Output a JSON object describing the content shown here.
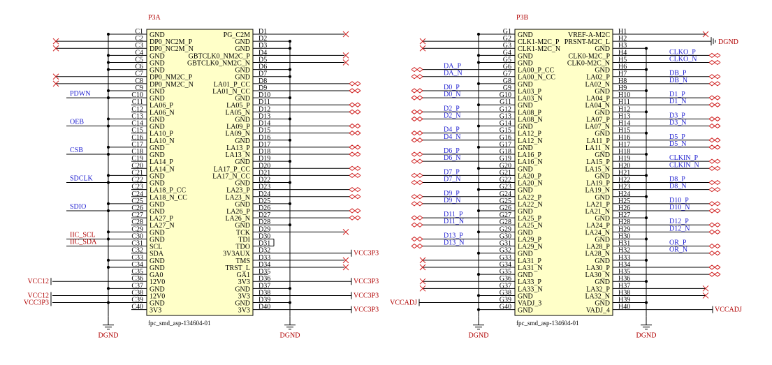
{
  "sheet": {
    "gnd_label": "DGND",
    "left": {
      "designator": "P3A",
      "footprint": "fpc_smd_asp-134604-01",
      "colC": [
        {
          "pin": "C1",
          "name": "GND"
        },
        {
          "pin": "C2",
          "name": "DP0_NC2M_P"
        },
        {
          "pin": "C3",
          "name": "DP0_NC2M_N"
        },
        {
          "pin": "C4",
          "name": "GND"
        },
        {
          "pin": "C5",
          "name": "GND"
        },
        {
          "pin": "C6",
          "name": "GND"
        },
        {
          "pin": "C7",
          "name": "DP0_NM2C_P"
        },
        {
          "pin": "C8",
          "name": "DP0_NM2C_N"
        },
        {
          "pin": "C9",
          "name": "GND"
        },
        {
          "pin": "C10",
          "name": "GND"
        },
        {
          "pin": "C11",
          "name": "LA06_P"
        },
        {
          "pin": "C12",
          "name": "LA06_N"
        },
        {
          "pin": "C13",
          "name": "GND"
        },
        {
          "pin": "C14",
          "name": "GND"
        },
        {
          "pin": "C15",
          "name": "LA10_P"
        },
        {
          "pin": "C16",
          "name": "LA10_N"
        },
        {
          "pin": "C17",
          "name": "GND"
        },
        {
          "pin": "C18",
          "name": "GND"
        },
        {
          "pin": "C19",
          "name": "LA14_P"
        },
        {
          "pin": "C20",
          "name": "LA14_N"
        },
        {
          "pin": "C21",
          "name": "GND"
        },
        {
          "pin": "C22",
          "name": "GND"
        },
        {
          "pin": "C23",
          "name": "LA18_P_CC"
        },
        {
          "pin": "C24",
          "name": "LA18_N_CC"
        },
        {
          "pin": "C25",
          "name": "GND"
        },
        {
          "pin": "C26",
          "name": "GND"
        },
        {
          "pin": "C27",
          "name": "LA27_P"
        },
        {
          "pin": "C28",
          "name": "LA27_N"
        },
        {
          "pin": "C29",
          "name": "GND"
        },
        {
          "pin": "C30",
          "name": "GND"
        },
        {
          "pin": "C31",
          "name": "SCL"
        },
        {
          "pin": "C32",
          "name": "SDA"
        },
        {
          "pin": "C33",
          "name": "GND"
        },
        {
          "pin": "C34",
          "name": "GND"
        },
        {
          "pin": "C35",
          "name": "GA0"
        },
        {
          "pin": "C36",
          "name": "12V0"
        },
        {
          "pin": "C37",
          "name": "GND"
        },
        {
          "pin": "C38",
          "name": "12V0"
        },
        {
          "pin": "C39",
          "name": "GND"
        },
        {
          "pin": "C40",
          "name": "3V3"
        }
      ],
      "colD": [
        {
          "pin": "D1",
          "name": "PG_C2M"
        },
        {
          "pin": "D2",
          "name": "GND"
        },
        {
          "pin": "D3",
          "name": "GND"
        },
        {
          "pin": "D4",
          "name": "GBTCLK0_NM2C_P"
        },
        {
          "pin": "D5",
          "name": "GBTCLK0_NM2C_N"
        },
        {
          "pin": "D6",
          "name": "GND"
        },
        {
          "pin": "D7",
          "name": "GND"
        },
        {
          "pin": "D8",
          "name": "LA01_P_CC"
        },
        {
          "pin": "D9",
          "name": "LA01_N_CC"
        },
        {
          "pin": "D10",
          "name": "GND"
        },
        {
          "pin": "D11",
          "name": "LA05_P"
        },
        {
          "pin": "D12",
          "name": "LA05_N"
        },
        {
          "pin": "D13",
          "name": "GND"
        },
        {
          "pin": "D14",
          "name": "LA09_P"
        },
        {
          "pin": "D15",
          "name": "LA09_N"
        },
        {
          "pin": "D16",
          "name": "GND"
        },
        {
          "pin": "D17",
          "name": "LA13_P"
        },
        {
          "pin": "D18",
          "name": "LA13_N"
        },
        {
          "pin": "D19",
          "name": "GND"
        },
        {
          "pin": "D20",
          "name": "LA17_P_CC"
        },
        {
          "pin": "D21",
          "name": "LA17_N_CC"
        },
        {
          "pin": "D22",
          "name": "GND"
        },
        {
          "pin": "D23",
          "name": "LA23_P"
        },
        {
          "pin": "D24",
          "name": "LA23_N"
        },
        {
          "pin": "D25",
          "name": "GND"
        },
        {
          "pin": "D26",
          "name": "LA26_P"
        },
        {
          "pin": "D27",
          "name": "LA26_N"
        },
        {
          "pin": "D28",
          "name": "GND"
        },
        {
          "pin": "D29",
          "name": "TCK"
        },
        {
          "pin": "D30",
          "name": "TDI"
        },
        {
          "pin": "D31",
          "name": "TDO"
        },
        {
          "pin": "D32",
          "name": "3V3AUX"
        },
        {
          "pin": "D33",
          "name": "TMS"
        },
        {
          "pin": "D34",
          "name": "TRST_L"
        },
        {
          "pin": "D35",
          "name": "GA1"
        },
        {
          "pin": "D36",
          "name": "3V3"
        },
        {
          "pin": "D37",
          "name": "GND"
        },
        {
          "pin": "D38",
          "name": "3V3"
        },
        {
          "pin": "D39",
          "name": "GND"
        },
        {
          "pin": "D40",
          "name": "3V3"
        }
      ],
      "left_nets": [
        {
          "row": 10,
          "text": "PDWN",
          "color": "blue"
        },
        {
          "row": 14,
          "text": "OEB",
          "color": "blue"
        },
        {
          "row": 18,
          "text": "CSB",
          "color": "blue"
        },
        {
          "row": 22,
          "text": "SDCLK",
          "color": "blue"
        },
        {
          "row": 26,
          "text": "SDIO",
          "color": "blue"
        },
        {
          "row": 30,
          "text": "IIC_SCL",
          "color": "red"
        },
        {
          "row": 31,
          "text": "IIC_SDA",
          "color": "red"
        },
        {
          "row": 36,
          "text": "VCC12",
          "color": "red"
        },
        {
          "row": 38,
          "text": "VCC12",
          "color": "red"
        },
        {
          "row": 39,
          "text": "VCC3P3",
          "color": "red"
        }
      ],
      "right_nets": [
        {
          "row": 32,
          "text": "VCC3P3"
        },
        {
          "row": 36,
          "text": "VCC3P3"
        },
        {
          "row": 38,
          "text": "VCC3P3"
        },
        {
          "row": 40,
          "text": "VCC3P3"
        }
      ]
    },
    "right": {
      "designator": "P3B",
      "footprint": "fpc_smd_asp-134604-01",
      "colG": [
        {
          "pin": "G1",
          "name": "GND"
        },
        {
          "pin": "G2",
          "name": "CLK1-M2C_P"
        },
        {
          "pin": "G3",
          "name": "CLK1-M2C_N"
        },
        {
          "pin": "G4",
          "name": "GND"
        },
        {
          "pin": "G5",
          "name": "GND"
        },
        {
          "pin": "G6",
          "name": "LA00_P_CC"
        },
        {
          "pin": "G7",
          "name": "LA00_N_CC"
        },
        {
          "pin": "G8",
          "name": "GND"
        },
        {
          "pin": "G9",
          "name": "LA03_P"
        },
        {
          "pin": "G10",
          "name": "LA03_N"
        },
        {
          "pin": "G11",
          "name": "GND"
        },
        {
          "pin": "G12",
          "name": "LA08_P"
        },
        {
          "pin": "G13",
          "name": "LA08_N"
        },
        {
          "pin": "G14",
          "name": "GND"
        },
        {
          "pin": "G15",
          "name": "LA12_P"
        },
        {
          "pin": "G16",
          "name": "LA12_N"
        },
        {
          "pin": "G17",
          "name": "GND"
        },
        {
          "pin": "G18",
          "name": "LA16_P"
        },
        {
          "pin": "G19",
          "name": "LA16_N"
        },
        {
          "pin": "G20",
          "name": "GND"
        },
        {
          "pin": "G21",
          "name": "LA20_P"
        },
        {
          "pin": "G22",
          "name": "LA20_N"
        },
        {
          "pin": "G23",
          "name": "GND"
        },
        {
          "pin": "G24",
          "name": "LA22_P"
        },
        {
          "pin": "G25",
          "name": "LA22_N"
        },
        {
          "pin": "G26",
          "name": "GND"
        },
        {
          "pin": "G27",
          "name": "LA25_P"
        },
        {
          "pin": "G28",
          "name": "LA25_N"
        },
        {
          "pin": "G29",
          "name": "GND"
        },
        {
          "pin": "G30",
          "name": "LA29_P"
        },
        {
          "pin": "G31",
          "name": "LA29_N"
        },
        {
          "pin": "G32",
          "name": "GND"
        },
        {
          "pin": "G33",
          "name": "LA31_P"
        },
        {
          "pin": "G34",
          "name": "LA31_N"
        },
        {
          "pin": "G35",
          "name": "GND"
        },
        {
          "pin": "G36",
          "name": "LA33_P"
        },
        {
          "pin": "G37",
          "name": "LA33_N"
        },
        {
          "pin": "G38",
          "name": "GND"
        },
        {
          "pin": "G39",
          "name": "VADJ_3"
        },
        {
          "pin": "G40",
          "name": "GND"
        }
      ],
      "colH": [
        {
          "pin": "H1",
          "name": "VREF-A-M2C"
        },
        {
          "pin": "H2",
          "name": "PRSNT-M2C_L"
        },
        {
          "pin": "H3",
          "name": "GND"
        },
        {
          "pin": "H4",
          "name": "CLK0-M2C_P"
        },
        {
          "pin": "H5",
          "name": "CLK0-M2C_N"
        },
        {
          "pin": "H6",
          "name": "GND"
        },
        {
          "pin": "H7",
          "name": "LA02_P"
        },
        {
          "pin": "H8",
          "name": "LA02_N"
        },
        {
          "pin": "H9",
          "name": "GND"
        },
        {
          "pin": "H10",
          "name": "LA04_P"
        },
        {
          "pin": "H11",
          "name": "LA04_N"
        },
        {
          "pin": "H12",
          "name": "GND"
        },
        {
          "pin": "H13",
          "name": "LA07_P"
        },
        {
          "pin": "H14",
          "name": "LA07_N"
        },
        {
          "pin": "H15",
          "name": "GND"
        },
        {
          "pin": "H16",
          "name": "LA11_P"
        },
        {
          "pin": "H17",
          "name": "LA11_N"
        },
        {
          "pin": "H18",
          "name": "GND"
        },
        {
          "pin": "H19",
          "name": "LA15_P"
        },
        {
          "pin": "H20",
          "name": "LA15_N"
        },
        {
          "pin": "H21",
          "name": "GND"
        },
        {
          "pin": "H22",
          "name": "LA19_P"
        },
        {
          "pin": "H23",
          "name": "LA19_N"
        },
        {
          "pin": "H24",
          "name": "GND"
        },
        {
          "pin": "H25",
          "name": "LA21_P"
        },
        {
          "pin": "H26",
          "name": "LA21_N"
        },
        {
          "pin": "H27",
          "name": "GND"
        },
        {
          "pin": "H28",
          "name": "LA24_P"
        },
        {
          "pin": "H29",
          "name": "LA24_N"
        },
        {
          "pin": "H30",
          "name": "GND"
        },
        {
          "pin": "H31",
          "name": "LA28_P"
        },
        {
          "pin": "H32",
          "name": "LA28_N"
        },
        {
          "pin": "H33",
          "name": "GND"
        },
        {
          "pin": "H34",
          "name": "LA30_P"
        },
        {
          "pin": "H35",
          "name": "LA30_N"
        },
        {
          "pin": "H36",
          "name": "GND"
        },
        {
          "pin": "H37",
          "name": "LA32_P"
        },
        {
          "pin": "H38",
          "name": "LA32_N"
        },
        {
          "pin": "H39",
          "name": "GND"
        },
        {
          "pin": "H40",
          "name": "VADJ_4"
        }
      ],
      "left_nets": [
        {
          "row": 6,
          "text": "DA_P"
        },
        {
          "row": 7,
          "text": "DA_N"
        },
        {
          "row": 9,
          "text": "D0_P"
        },
        {
          "row": 10,
          "text": "D0_N"
        },
        {
          "row": 12,
          "text": "D2_P"
        },
        {
          "row": 13,
          "text": "D2_N"
        },
        {
          "row": 15,
          "text": "D4_P"
        },
        {
          "row": 16,
          "text": "D4_N"
        },
        {
          "row": 18,
          "text": "D6_P"
        },
        {
          "row": 19,
          "text": "D6_N"
        },
        {
          "row": 21,
          "text": "D7_P"
        },
        {
          "row": 22,
          "text": "D7_N"
        },
        {
          "row": 24,
          "text": "D9_P"
        },
        {
          "row": 25,
          "text": "D9_N"
        },
        {
          "row": 27,
          "text": "D11_P"
        },
        {
          "row": 28,
          "text": "D11_N"
        },
        {
          "row": 30,
          "text": "D13_P"
        },
        {
          "row": 31,
          "text": "D13_N"
        },
        {
          "row": 39,
          "text": "VCCADJ"
        }
      ],
      "right_nets": [
        {
          "row": 4,
          "text": "CLKO_P"
        },
        {
          "row": 5,
          "text": "CLKO_N"
        },
        {
          "row": 7,
          "text": "DB_P"
        },
        {
          "row": 8,
          "text": "DB_N"
        },
        {
          "row": 10,
          "text": "D1_P"
        },
        {
          "row": 11,
          "text": "D1_N"
        },
        {
          "row": 13,
          "text": "D3_P"
        },
        {
          "row": 14,
          "text": "D3_N"
        },
        {
          "row": 16,
          "text": "D5_P"
        },
        {
          "row": 17,
          "text": "D5_N"
        },
        {
          "row": 19,
          "text": "CLKIN_P"
        },
        {
          "row": 20,
          "text": "CLKIN_N"
        },
        {
          "row": 22,
          "text": "D8_P"
        },
        {
          "row": 23,
          "text": "D8_N"
        },
        {
          "row": 25,
          "text": "D10_P"
        },
        {
          "row": 26,
          "text": "D10_N"
        },
        {
          "row": 28,
          "text": "D12_P"
        },
        {
          "row": 29,
          "text": "D12_N"
        },
        {
          "row": 31,
          "text": "OR_P"
        },
        {
          "row": 32,
          "text": "OR_N"
        },
        {
          "row": 40,
          "text": "VCCADJ"
        }
      ]
    }
  }
}
